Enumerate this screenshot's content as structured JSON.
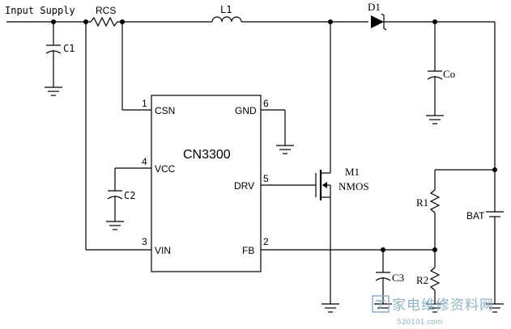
{
  "labels": {
    "input_supply": "Input Supply",
    "rcs": "RCS",
    "l1": "L1",
    "d1": "D1",
    "c1": "C1",
    "co": "Co",
    "c2": "C2",
    "c3": "C3",
    "r1": "R1",
    "r2": "R2",
    "bat": "BAT",
    "m1": "M1",
    "nmos": "NMOS"
  },
  "chip": {
    "name": "CN3300",
    "pins": {
      "csn": "CSN",
      "csn_num": "1",
      "vcc": "VCC",
      "vcc_num": "4",
      "vin": "VIN",
      "vin_num": "3",
      "gnd": "GND",
      "gnd_num": "6",
      "drv": "DRV",
      "drv_num": "5",
      "fb": "FB",
      "fb_num": "2"
    }
  },
  "watermark": {
    "text": "家电维修资料网",
    "url": "520101.com"
  }
}
